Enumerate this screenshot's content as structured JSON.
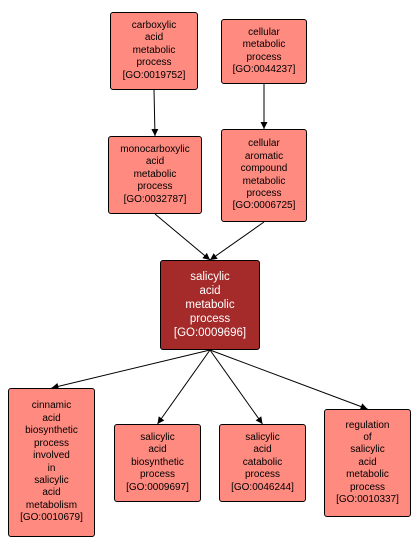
{
  "colors": {
    "node_fill": "#ff8a80",
    "focus_fill": "#a52a2a",
    "focus_text": "#ffffff",
    "edge": "#000000",
    "background": "#ffffff"
  },
  "nodes": [
    {
      "id": "GO:0019752",
      "lines": [
        "carboxylic",
        "acid",
        "metabolic",
        "process",
        "[GO:0019752]"
      ]
    },
    {
      "id": "GO:0044237",
      "lines": [
        "cellular",
        "metabolic",
        "process",
        "[GO:0044237]"
      ]
    },
    {
      "id": "GO:0032787",
      "lines": [
        "monocarboxylic",
        "acid",
        "metabolic",
        "process",
        "[GO:0032787]"
      ]
    },
    {
      "id": "GO:0006725",
      "lines": [
        "cellular",
        "aromatic",
        "compound",
        "metabolic",
        "process",
        "[GO:0006725]"
      ]
    },
    {
      "id": "GO:0009696",
      "focus": true,
      "lines": [
        "salicylic",
        "acid",
        "metabolic",
        "process",
        "[GO:0009696]"
      ]
    },
    {
      "id": "GO:0010679",
      "lines": [
        "cinnamic",
        "acid",
        "biosynthetic",
        "process",
        "involved",
        "in",
        "salicylic",
        "acid",
        "metabolism",
        "[GO:0010679]"
      ]
    },
    {
      "id": "GO:0009697",
      "lines": [
        "salicylic",
        "acid",
        "biosynthetic",
        "process",
        "[GO:0009697]"
      ]
    },
    {
      "id": "GO:0046244",
      "lines": [
        "salicylic",
        "acid",
        "catabolic",
        "process",
        "[GO:0046244]"
      ]
    },
    {
      "id": "GO:0010337",
      "lines": [
        "regulation",
        "of",
        "salicylic",
        "acid",
        "metabolic",
        "process",
        "[GO:0010337]"
      ]
    }
  ],
  "edges": [
    {
      "from": "GO:0019752",
      "to": "GO:0032787"
    },
    {
      "from": "GO:0044237",
      "to": "GO:0006725"
    },
    {
      "from": "GO:0032787",
      "to": "GO:0009696"
    },
    {
      "from": "GO:0006725",
      "to": "GO:0009696"
    },
    {
      "from": "GO:0009696",
      "to": "GO:0010679"
    },
    {
      "from": "GO:0009696",
      "to": "GO:0009697"
    },
    {
      "from": "GO:0009696",
      "to": "GO:0046244"
    },
    {
      "from": "GO:0009696",
      "to": "GO:0010337"
    }
  ]
}
